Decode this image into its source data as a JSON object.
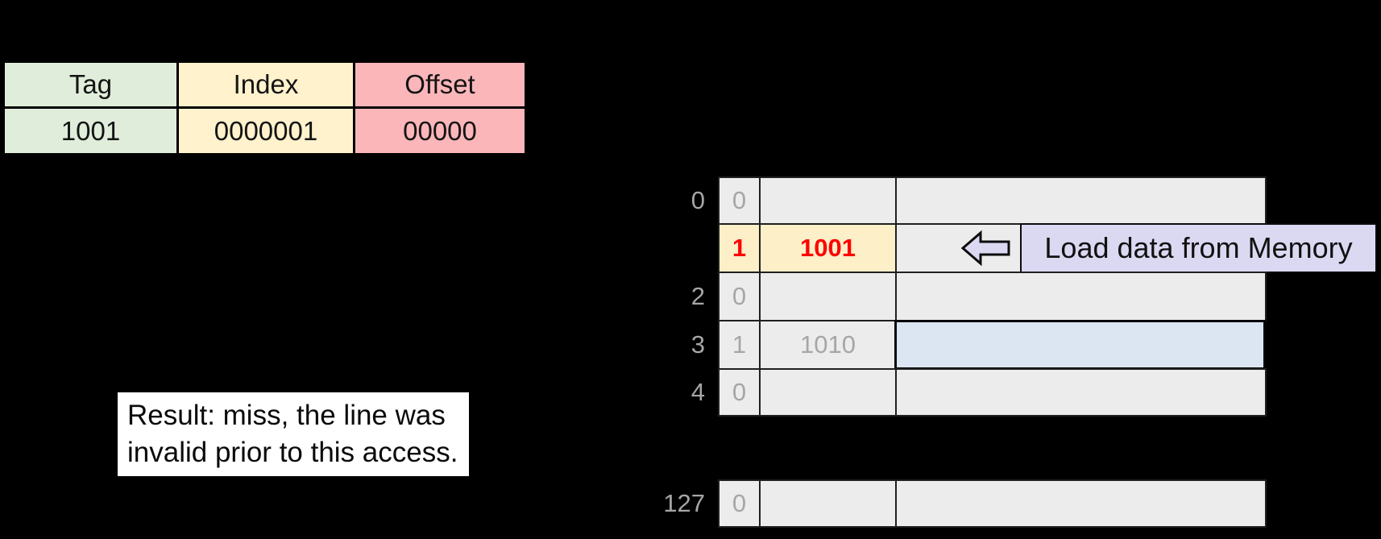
{
  "colors": {
    "background": "#000000",
    "tag_green": "#e0edda",
    "index_yellow": "#fff2cc",
    "offset_pink": "#fbb6ba",
    "highlight_yellow": "#fdefc8",
    "cache_cell_gray": "#ececec",
    "data_highlight_blue": "#dce6f2",
    "annotation_lavender": "#dbd8f2",
    "muted_text_gray": "#a6a6a6",
    "active_text_red": "#ff0000"
  },
  "address_table": {
    "headers": [
      "Tag",
      "Index",
      "Offset"
    ],
    "values": [
      "1001",
      "0000001",
      "00000"
    ]
  },
  "cache_table": {
    "rows": [
      {
        "index": "0",
        "valid": "0",
        "tag": "",
        "data": ""
      },
      {
        "index": "",
        "valid": "1",
        "tag": "1001",
        "data": ""
      },
      {
        "index": "2",
        "valid": "0",
        "tag": "",
        "data": ""
      },
      {
        "index": "3",
        "valid": "1",
        "tag": "1010",
        "data": ""
      },
      {
        "index": "4",
        "valid": "0",
        "tag": "",
        "data": ""
      },
      {
        "index": "127",
        "valid": "0",
        "tag": "",
        "data": ""
      }
    ]
  },
  "annotation": {
    "label": "Load data from Memory",
    "icon": "left-block-arrow"
  },
  "result_box": {
    "text": "Result: miss, the line was invalid prior to this access."
  }
}
